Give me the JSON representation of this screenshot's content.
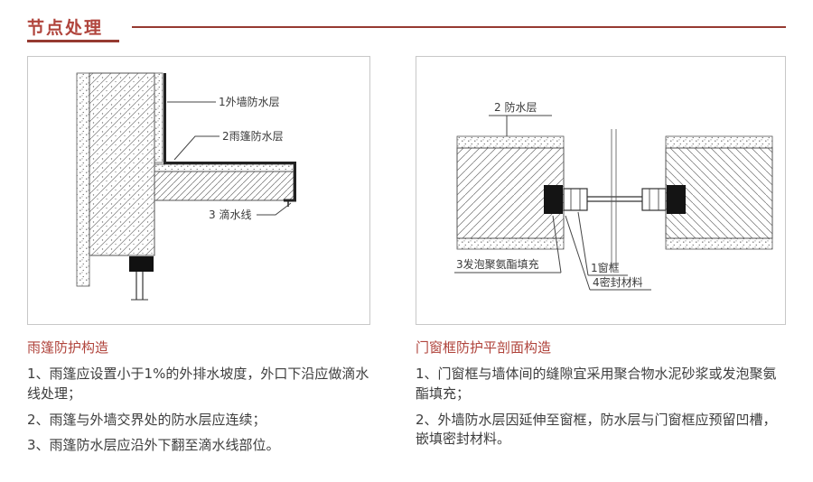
{
  "page": {
    "title": "节点处理"
  },
  "colors": {
    "accent_red": "#b0443c",
    "rule_red": "#963a31",
    "body_text": "#3d3d3d",
    "diagram_line": "#444444",
    "border_gray": "#c8c8c8"
  },
  "left_panel": {
    "diagram_labels": {
      "wall_waterproof": "1外墙防水层",
      "canopy_waterproof": "2雨篷防水层",
      "drip_line": "3 滴水线"
    },
    "heading": "雨篷防护构造",
    "items": [
      "1、雨篷应设置小于1%的外排水坡度，外口下沿应做滴水线处理；",
      "2、雨篷与外墙交界处的防水层应连续；",
      "3、雨篷防水层应沿外下翻至滴水线部位。"
    ]
  },
  "right_panel": {
    "diagram_labels": {
      "waterproof": "2 防水层",
      "foam_fill": "3发泡聚氨酯填充",
      "window_frame": "1窗框",
      "sealant": "4密封材料"
    },
    "heading": "门窗框防护平剖面构造",
    "items": [
      "1、门窗框与墙体间的缝隙宜采用聚合物水泥砂浆或发泡聚氨酯填充；",
      "2、外墙防水层因延伸至窗框，防水层与门窗框应预留凹槽，嵌填密封材料。"
    ]
  }
}
